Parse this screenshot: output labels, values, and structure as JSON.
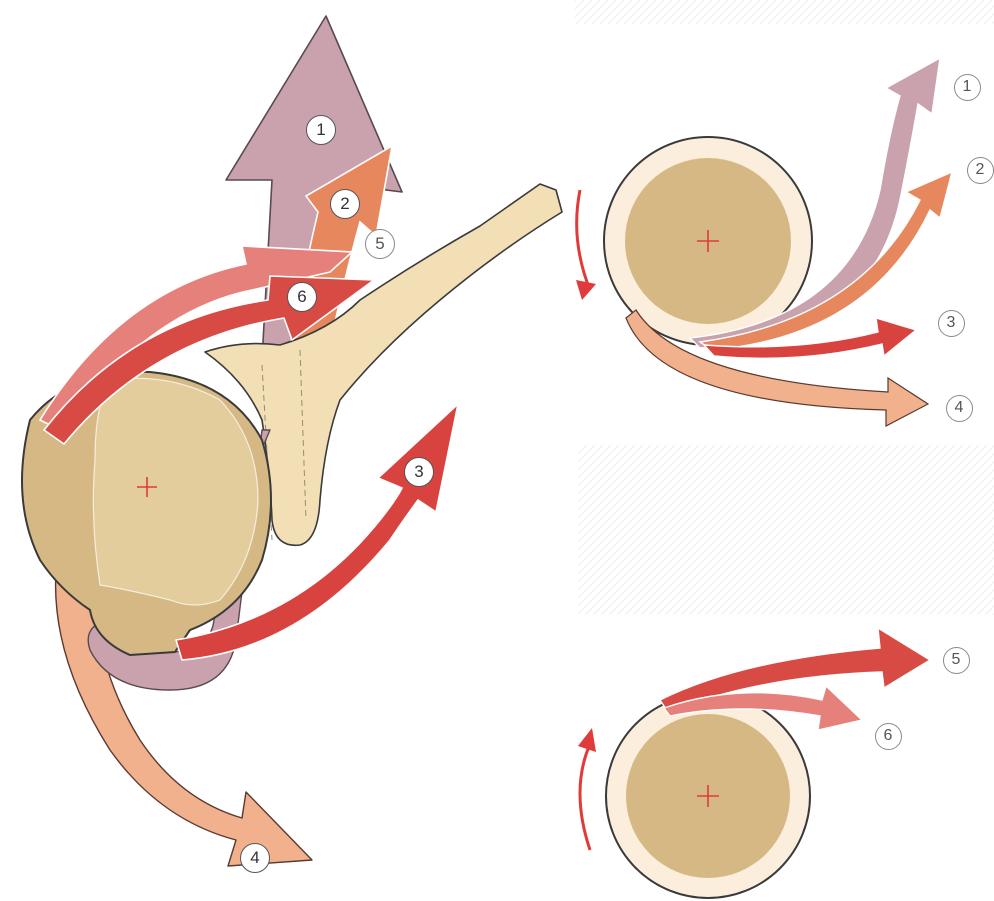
{
  "colors": {
    "bone": "#d6b884",
    "bone_light": "#f3dfb6",
    "cartilage": "#fbeedc",
    "outline": "#3a3a3a",
    "arrow_1": "#c9a2ad",
    "arrow_2": "#e6875e",
    "arrow_3": "#d9433f",
    "arrow_4": "#f1b18d",
    "arrow_5": "#d74b44",
    "arrow_6": "#e6807b",
    "rotation_arrow": "#e03a3a",
    "center_mark": "#e03a3a",
    "hatch": "#eeeeee"
  },
  "icons": {
    "center": "plus-cross-icon",
    "rotation": "curved-arrow-icon"
  },
  "labels": {
    "left": {
      "n1": "1",
      "n2": "2",
      "n3": "3",
      "n4": "4",
      "n5": "5",
      "n6": "6"
    },
    "top_right": {
      "n1": "1",
      "n2": "2",
      "n3": "3",
      "n4": "4"
    },
    "bottom_right": {
      "n5": "5",
      "n6": "6"
    }
  }
}
